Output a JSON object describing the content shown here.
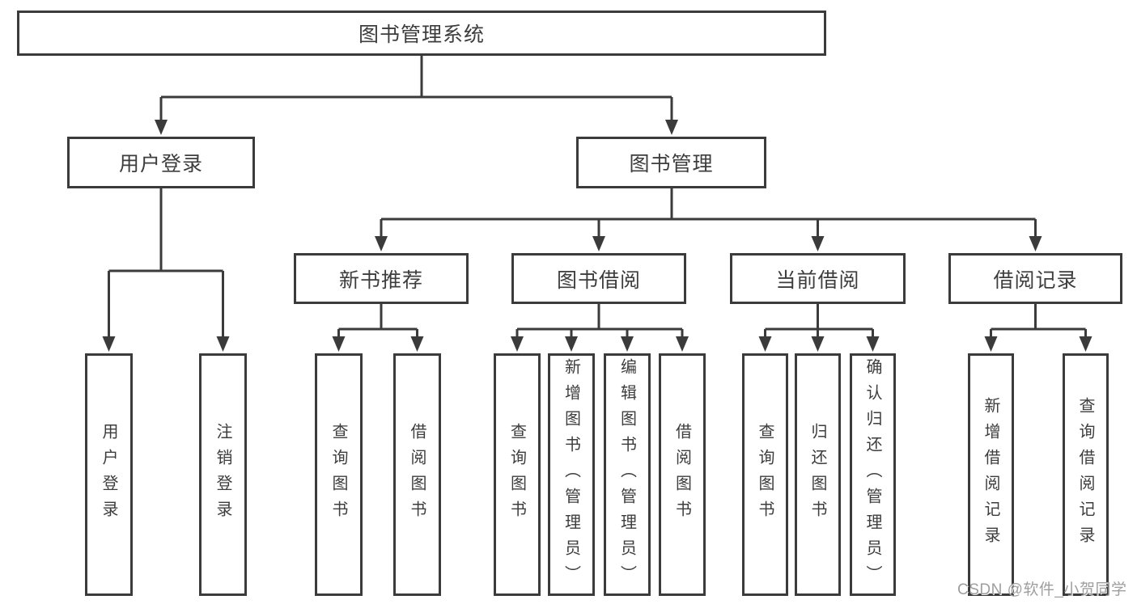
{
  "colors": {
    "line": "#3b3b3b",
    "text": "#3d3d3d",
    "watermark": "#9e9e9e",
    "background": "#ffffff"
  },
  "watermark": "CSDN @软件_小贺同学",
  "tree": {
    "label": "图书管理系统",
    "children": [
      {
        "label": "用户登录",
        "children": [
          {
            "label": "用户登录"
          },
          {
            "label": "注销登录"
          }
        ]
      },
      {
        "label": "图书管理",
        "children": [
          {
            "label": "新书推荐",
            "children": [
              {
                "label": "查询图书"
              },
              {
                "label": "借阅图书"
              }
            ]
          },
          {
            "label": "图书借阅",
            "children": [
              {
                "label": "查询图书"
              },
              {
                "label": "新增图书（管理员）"
              },
              {
                "label": "编辑图书（管理员）"
              },
              {
                "label": "借阅图书"
              }
            ]
          },
          {
            "label": "当前借阅",
            "children": [
              {
                "label": "查询图书"
              },
              {
                "label": "归还图书"
              },
              {
                "label": "确认归还（管理员）"
              }
            ]
          },
          {
            "label": "借阅记录",
            "children": [
              {
                "label": "新增借阅记录"
              },
              {
                "label": "查询借阅记录"
              }
            ]
          }
        ]
      }
    ]
  }
}
